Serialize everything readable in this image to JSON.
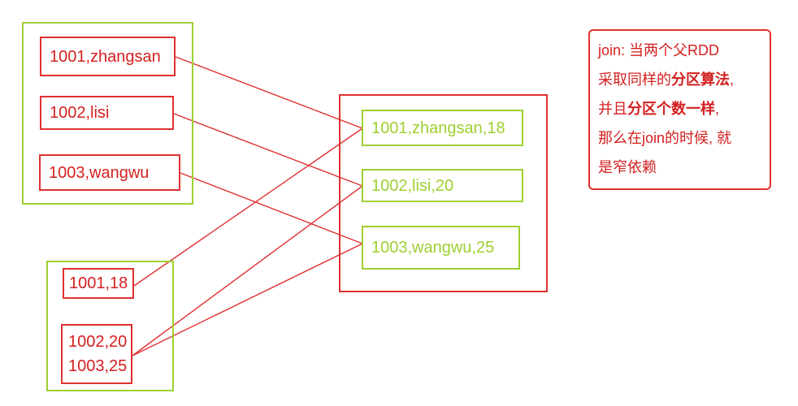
{
  "left_records": [
    "1001,zhangsan",
    "1002,lisi",
    "1003,wangwu"
  ],
  "bottom_records": {
    "first": "1001,18",
    "stacked": [
      "1002,20",
      "1003,25"
    ]
  },
  "joined_records": [
    "1001,zhangsan,18",
    "1002,lisi,20",
    "1003,wangwu,25"
  ],
  "note": {
    "line1": "join: 当两个父RDD",
    "line2_pre": "采取同样的",
    "line2_bold": "分区算法",
    "line2_post": ",",
    "line3_pre": "并且",
    "line3_bold": "分区个数一样",
    "line3_post": ",",
    "line4": "那么在join的时候, 就",
    "line5": "是窄依赖"
  },
  "colors": {
    "red": "#e03030",
    "green": "#9ed030",
    "text_red": "#d42020"
  }
}
